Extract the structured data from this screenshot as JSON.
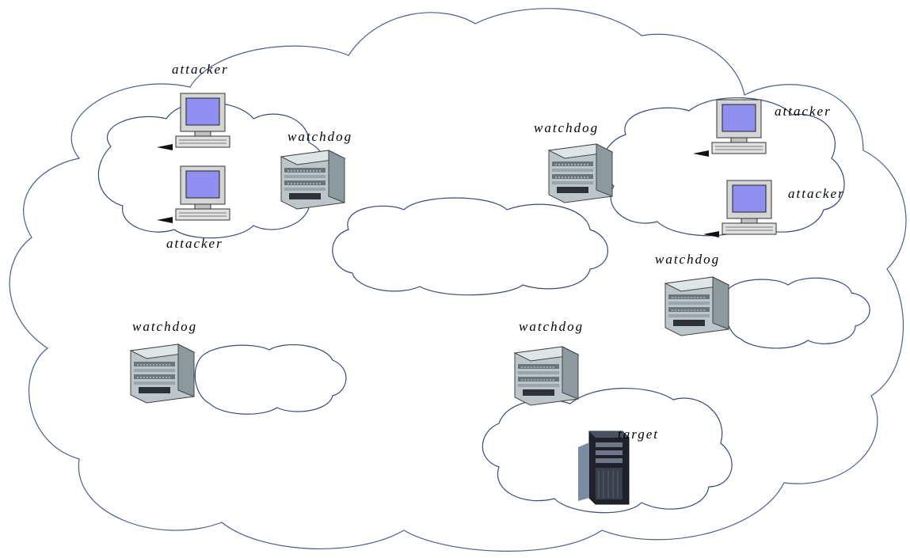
{
  "labels": {
    "attacker_top_left": "attacker",
    "attacker_bottom_left": "attacker",
    "attacker_top_right": "attacker",
    "attacker_mid_right": "attacker",
    "watchdog_left_top": "watchdog",
    "watchdog_right_top": "watchdog",
    "watchdog_right_mid": "watchdog",
    "watchdog_left_bottom": "watchdog",
    "watchdog_center_bottom": "watchdog",
    "target": "target"
  },
  "colors": {
    "cloud_outline": "#4b5d8f",
    "monitor_screen": "#8f8ff0",
    "device_body": "#c9d0d2",
    "server_dark": "#2a2d38"
  },
  "icons": [
    "computer-icon",
    "network-switch-icon",
    "server-icon"
  ]
}
